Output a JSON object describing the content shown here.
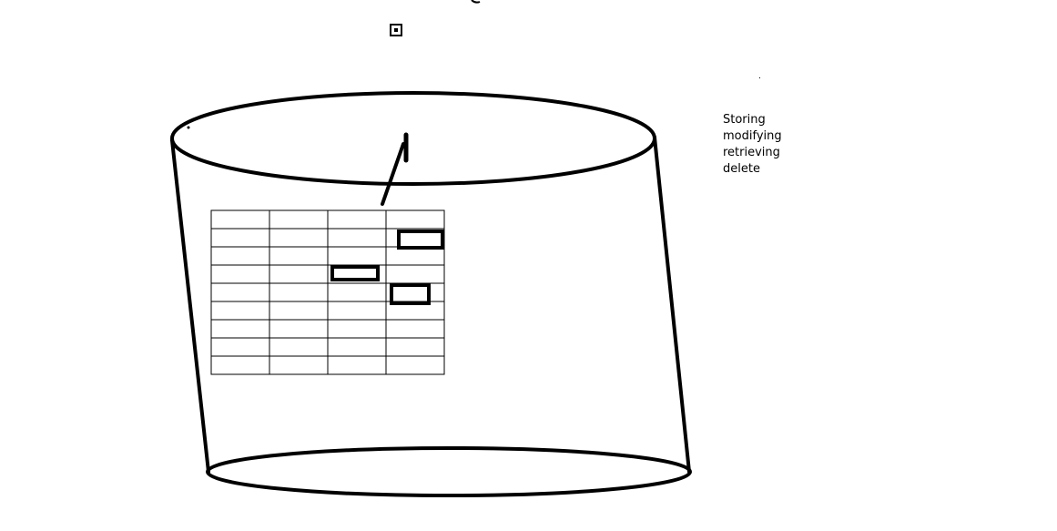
{
  "diagram": {
    "operations": [
      "Storing",
      "modifying",
      "retrieving",
      "delete"
    ],
    "table": {
      "rows": 9,
      "columns": 4,
      "highlighted_cells": [
        {
          "row": 1,
          "column": 3
        },
        {
          "row": 3,
          "column": 2
        },
        {
          "row": 4,
          "column": 3
        }
      ]
    }
  }
}
